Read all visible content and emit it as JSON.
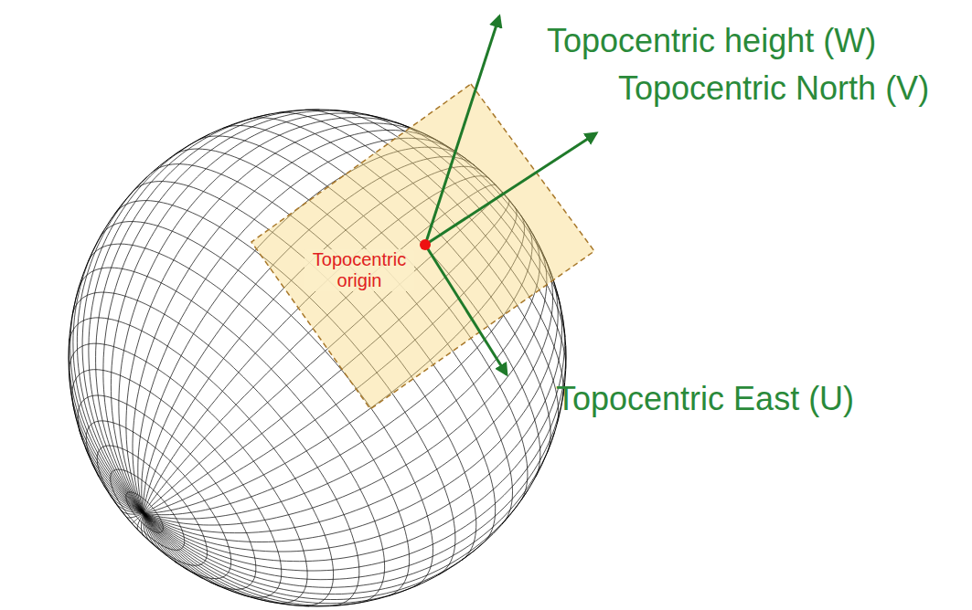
{
  "diagram": {
    "labels": [
      "Topocentric height (W)",
      "Topocentric North (V)",
      "Topocentric origin",
      "Topocentric East (U)"
    ]
  }
}
